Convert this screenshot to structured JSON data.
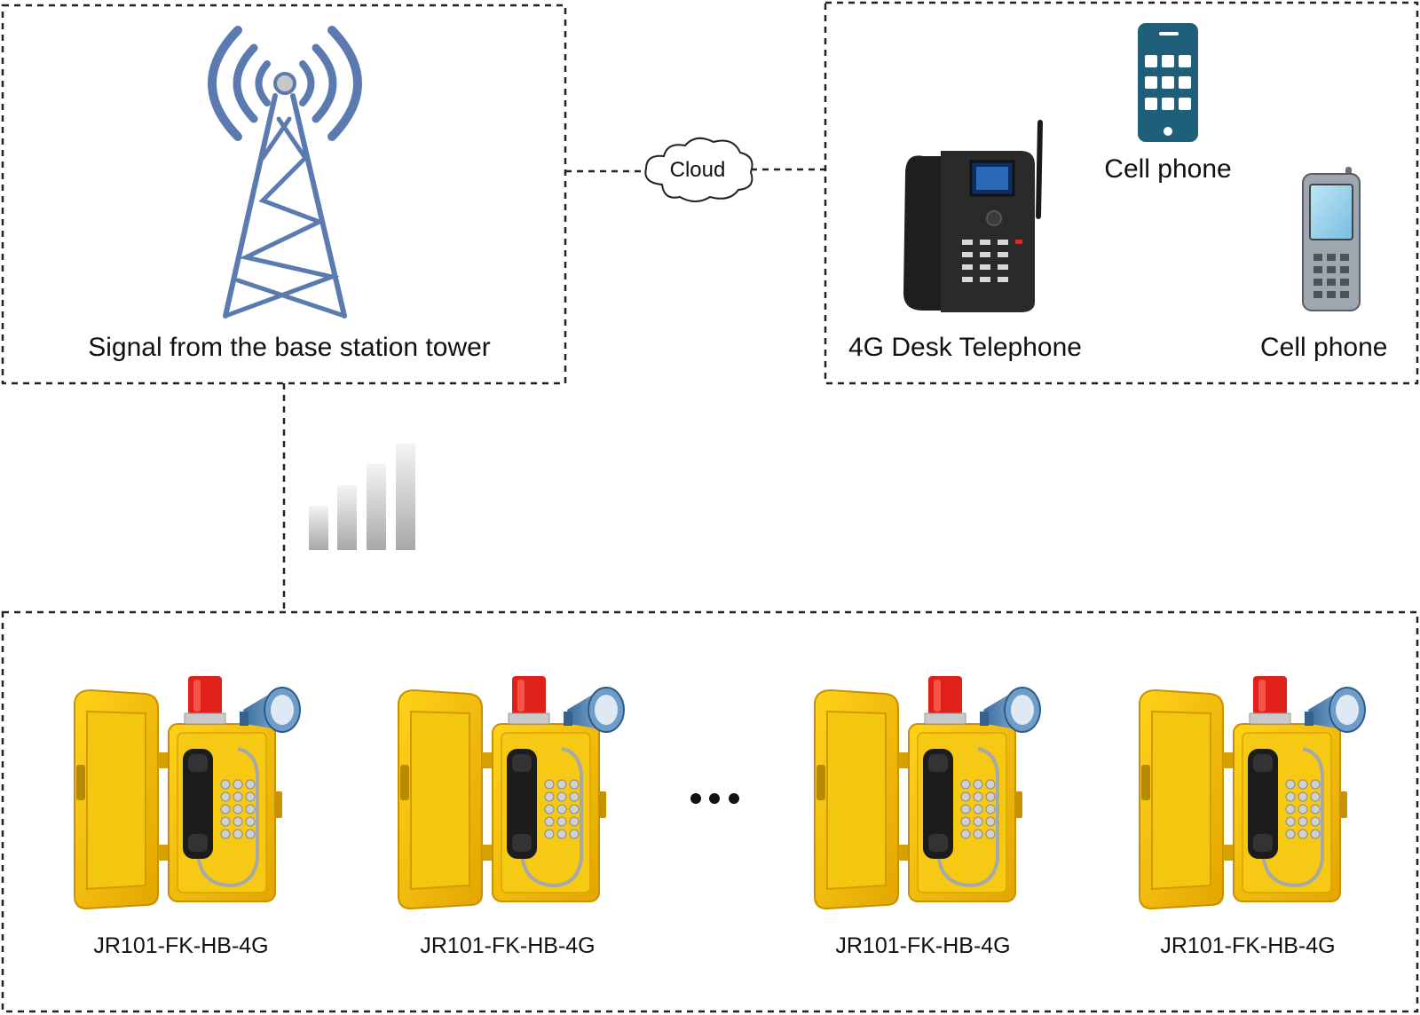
{
  "tower": {
    "label": "Signal from the base station tower",
    "color": "#5b7bb0"
  },
  "cloud": {
    "label": "Cloud"
  },
  "devices": {
    "desk_phone": {
      "label": "4G Desk Telephone"
    },
    "smartphone": {
      "label": "Cell phone",
      "color": "#1f5f79"
    },
    "feature_phone": {
      "label": "Cell phone"
    }
  },
  "emergency_phones": {
    "model_label": "JR101-FK-HB-4G",
    "units": [
      {
        "label": "JR101-FK-HB-4G"
      },
      {
        "label": "JR101-FK-HB-4G"
      },
      {
        "label": "JR101-FK-HB-4G"
      },
      {
        "label": "JR101-FK-HB-4G"
      }
    ],
    "ellipsis": "•••"
  },
  "colors": {
    "yellow": "#f2c20f",
    "beacon": "#e0201a",
    "horn": "#4f7fae",
    "line": "#222222"
  }
}
